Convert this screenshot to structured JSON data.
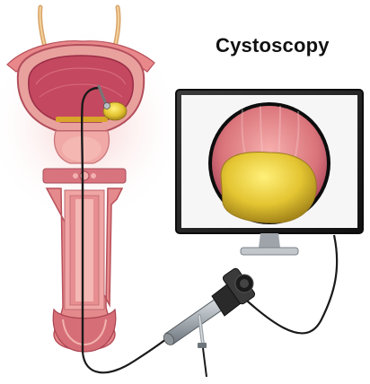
{
  "title": "Cystoscopy",
  "colors": {
    "tissue_pink": "#e58a8c",
    "tissue_dark": "#c05b63",
    "bladder_inner": "#f2b3ae",
    "cavity": "#c94a63",
    "stone": "#e7c93f",
    "monitor_frame": "#1b1b1b",
    "cable": "#1a1a1a",
    "metal": "#b9bfc4"
  },
  "icons": [
    "bladder-anatomy",
    "urethra-anatomy",
    "cystoscope-icon",
    "monitor-icon",
    "kidney-stone-icon"
  ]
}
